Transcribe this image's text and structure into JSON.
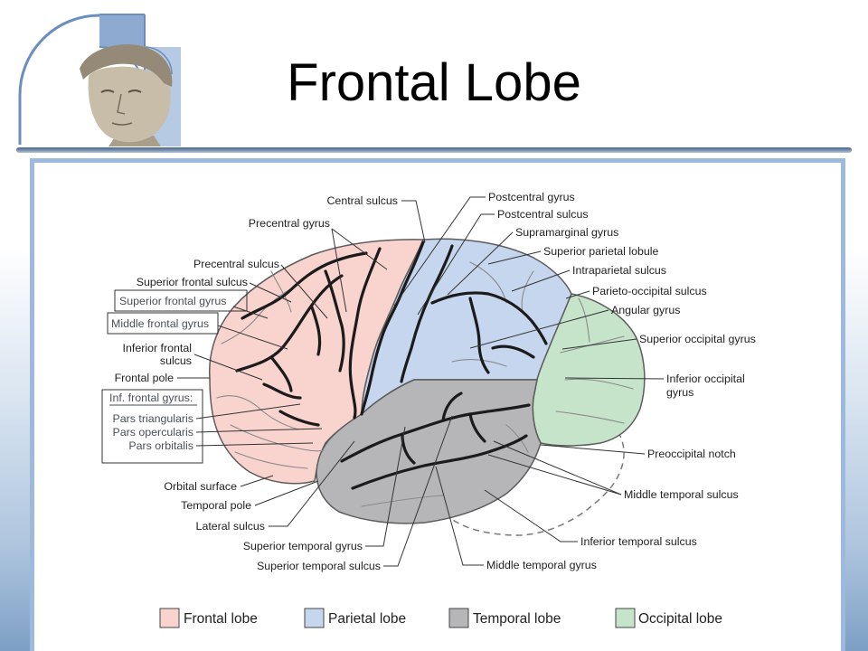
{
  "slide": {
    "title": "Frontal Lobe"
  },
  "diagram": {
    "labels": {
      "central_sulcus": "Central sulcus",
      "precentral_gyrus": "Precentral gyrus",
      "precentral_sulcus": "Precentral sulcus",
      "superior_frontal_sulcus": "Superior frontal sulcus",
      "superior_frontal_gyrus": "Superior frontal gyrus",
      "middle_frontal_gyrus": "Middle frontal gyrus",
      "inferior_frontal_sulcus": [
        "Inferior frontal",
        "sulcus"
      ],
      "frontal_pole": "Frontal pole",
      "orbital_surface": "Orbital surface",
      "temporal_pole": "Temporal pole",
      "lateral_sulcus": "Lateral sulcus",
      "superior_temporal_gyrus": "Superior temporal gyrus",
      "superior_temporal_sulcus": "Superior temporal sulcus",
      "postcentral_gyrus": "Postcentral gyrus",
      "postcentral_sulcus": "Postcentral sulcus",
      "supramarginal_gyrus": "Supramarginal gyrus",
      "superior_parietal_lobule": "Superior parietal lobule",
      "intraparietal_sulcus": "Intraparietal sulcus",
      "parieto_occipital_sulcus": "Parieto-occipital sulcus",
      "angular_gyrus": "Angular gyrus",
      "superior_occipital_gyrus": "Superior occipital gyrus",
      "inferior_occipital_gyrus": [
        "Inferior occipital",
        "gyrus"
      ],
      "preoccipital_notch": "Preoccipital notch",
      "middle_temporal_sulcus": "Middle temporal sulcus",
      "inferior_temporal_sulcus": "Inferior temporal sulcus",
      "middle_temporal_gyrus": "Middle temporal gyrus"
    },
    "inferior_frontal_gyrus": {
      "heading": "Inf. frontal gyrus:",
      "parts": [
        "Pars triangularis",
        "Pars opercularis",
        "Pars orbitalis"
      ]
    },
    "legend": [
      {
        "label": "Frontal lobe",
        "color": "#f9d3ce"
      },
      {
        "label": "Parietal lobe",
        "color": "#c6d6ee"
      },
      {
        "label": "Temporal lobe",
        "color": "#b6b6b8"
      },
      {
        "label": "Occipital lobe",
        "color": "#c6e4ca"
      }
    ]
  }
}
